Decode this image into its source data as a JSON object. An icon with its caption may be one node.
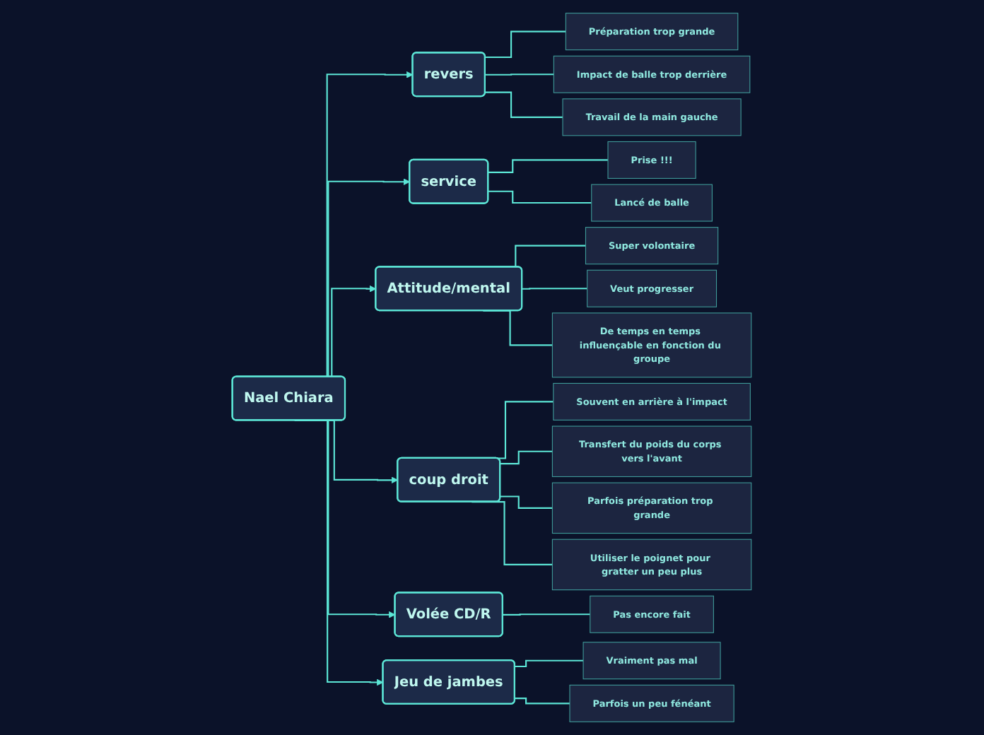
{
  "diagram": {
    "nodes": [
      {
        "text": [
          "Nael Chiara"
        ]
      },
      {
        "text": [
          "revers"
        ]
      },
      {
        "text": [
          "Préparation trop grande"
        ]
      },
      {
        "text": [
          "Impact de balle trop derrière"
        ]
      },
      {
        "text": [
          "Travail de la main gauche"
        ]
      },
      {
        "text": [
          "service"
        ]
      },
      {
        "text": [
          "Prise !!!"
        ]
      },
      {
        "text": [
          "Lancé de balle"
        ]
      },
      {
        "text": [
          "Attitude/mental"
        ]
      },
      {
        "text": [
          "Super volontaire"
        ]
      },
      {
        "text": [
          "Veut progresser"
        ]
      },
      {
        "text": [
          "De temps en temps influençable en fonction du groupe"
        ]
      },
      {
        "text": [
          "coup droit"
        ]
      },
      {
        "text": [
          "Souvent en arrière à l'impact"
        ]
      },
      {
        "text": [
          "Transfert du poids du corps vers l'avant"
        ]
      },
      {
        "text": [
          "Parfois préparation trop grande"
        ]
      },
      {
        "text": [
          "Utiliser le poignet pour gratter un peu plus"
        ]
      },
      {
        "text": [
          "Volée CD/R"
        ]
      },
      {
        "text": [
          "Pas encore fait"
        ]
      },
      {
        "text": [
          "Jeu de jambes"
        ]
      },
      {
        "text": [
          "Vraiment pas mal"
        ]
      },
      {
        "text": [
          "Parfois un peu fénéant"
        ]
      }
    ],
    "edges": [
      {
        "from": 0,
        "to": 1,
        "arrow": "to"
      },
      {
        "from": 1,
        "to": 2,
        "arrow": "none"
      },
      {
        "from": 1,
        "to": 3,
        "arrow": "none"
      },
      {
        "from": 1,
        "to": 4,
        "arrow": "none"
      },
      {
        "from": 0,
        "to": 5,
        "arrow": "to"
      },
      {
        "from": 5,
        "to": 6,
        "arrow": "none"
      },
      {
        "from": 5,
        "to": 7,
        "arrow": "none"
      },
      {
        "from": 0,
        "to": 8,
        "arrow": "to"
      },
      {
        "from": 8,
        "to": 9,
        "arrow": "none"
      },
      {
        "from": 8,
        "to": 10,
        "arrow": "none"
      },
      {
        "from": 8,
        "to": 11,
        "arrow": "none"
      },
      {
        "from": 0,
        "to": 12,
        "arrow": "to"
      },
      {
        "from": 12,
        "to": 13,
        "arrow": "none"
      },
      {
        "from": 12,
        "to": 14,
        "arrow": "none"
      },
      {
        "from": 12,
        "to": 15,
        "arrow": "none"
      },
      {
        "from": 12,
        "to": 16,
        "arrow": "none"
      },
      {
        "from": 0,
        "to": 17,
        "arrow": "to"
      },
      {
        "from": 17,
        "to": 18,
        "arrow": "none"
      },
      {
        "from": 0,
        "to": 19,
        "arrow": "to"
      },
      {
        "from": 19,
        "to": 20,
        "arrow": "none"
      },
      {
        "from": 19,
        "to": 21,
        "arrow": "none"
      }
    ]
  }
}
